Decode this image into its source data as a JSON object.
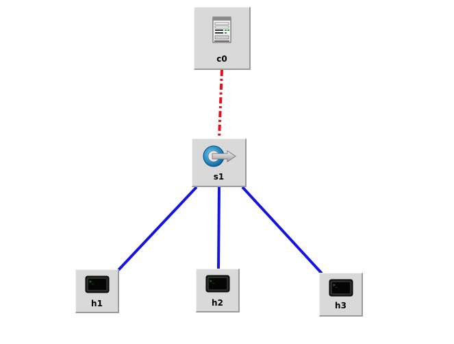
{
  "topology": {
    "nodes": [
      {
        "id": "c0",
        "label": "c0",
        "kind": "controller",
        "icon": "controller-server-icon"
      },
      {
        "id": "s1",
        "label": "s1",
        "kind": "switch",
        "icon": "switch-icon"
      },
      {
        "id": "h1",
        "label": "h1",
        "kind": "host",
        "icon": "terminal-monitor-icon"
      },
      {
        "id": "h2",
        "label": "h2",
        "kind": "host",
        "icon": "terminal-monitor-icon"
      },
      {
        "id": "h3",
        "label": "h3",
        "kind": "host",
        "icon": "terminal-monitor-icon"
      }
    ],
    "links": [
      {
        "from": "c0",
        "to": "s1",
        "style": "dashed",
        "color": "#e8101a"
      },
      {
        "from": "s1",
        "to": "h1",
        "style": "solid",
        "color": "#1414e0"
      },
      {
        "from": "s1",
        "to": "h2",
        "style": "solid",
        "color": "#1414e0"
      },
      {
        "from": "s1",
        "to": "h3",
        "style": "solid",
        "color": "#1414e0"
      }
    ]
  },
  "colors": {
    "node_face": "#d9d9d9",
    "controller_link": "#e8101a",
    "data_link": "#1414e0"
  }
}
